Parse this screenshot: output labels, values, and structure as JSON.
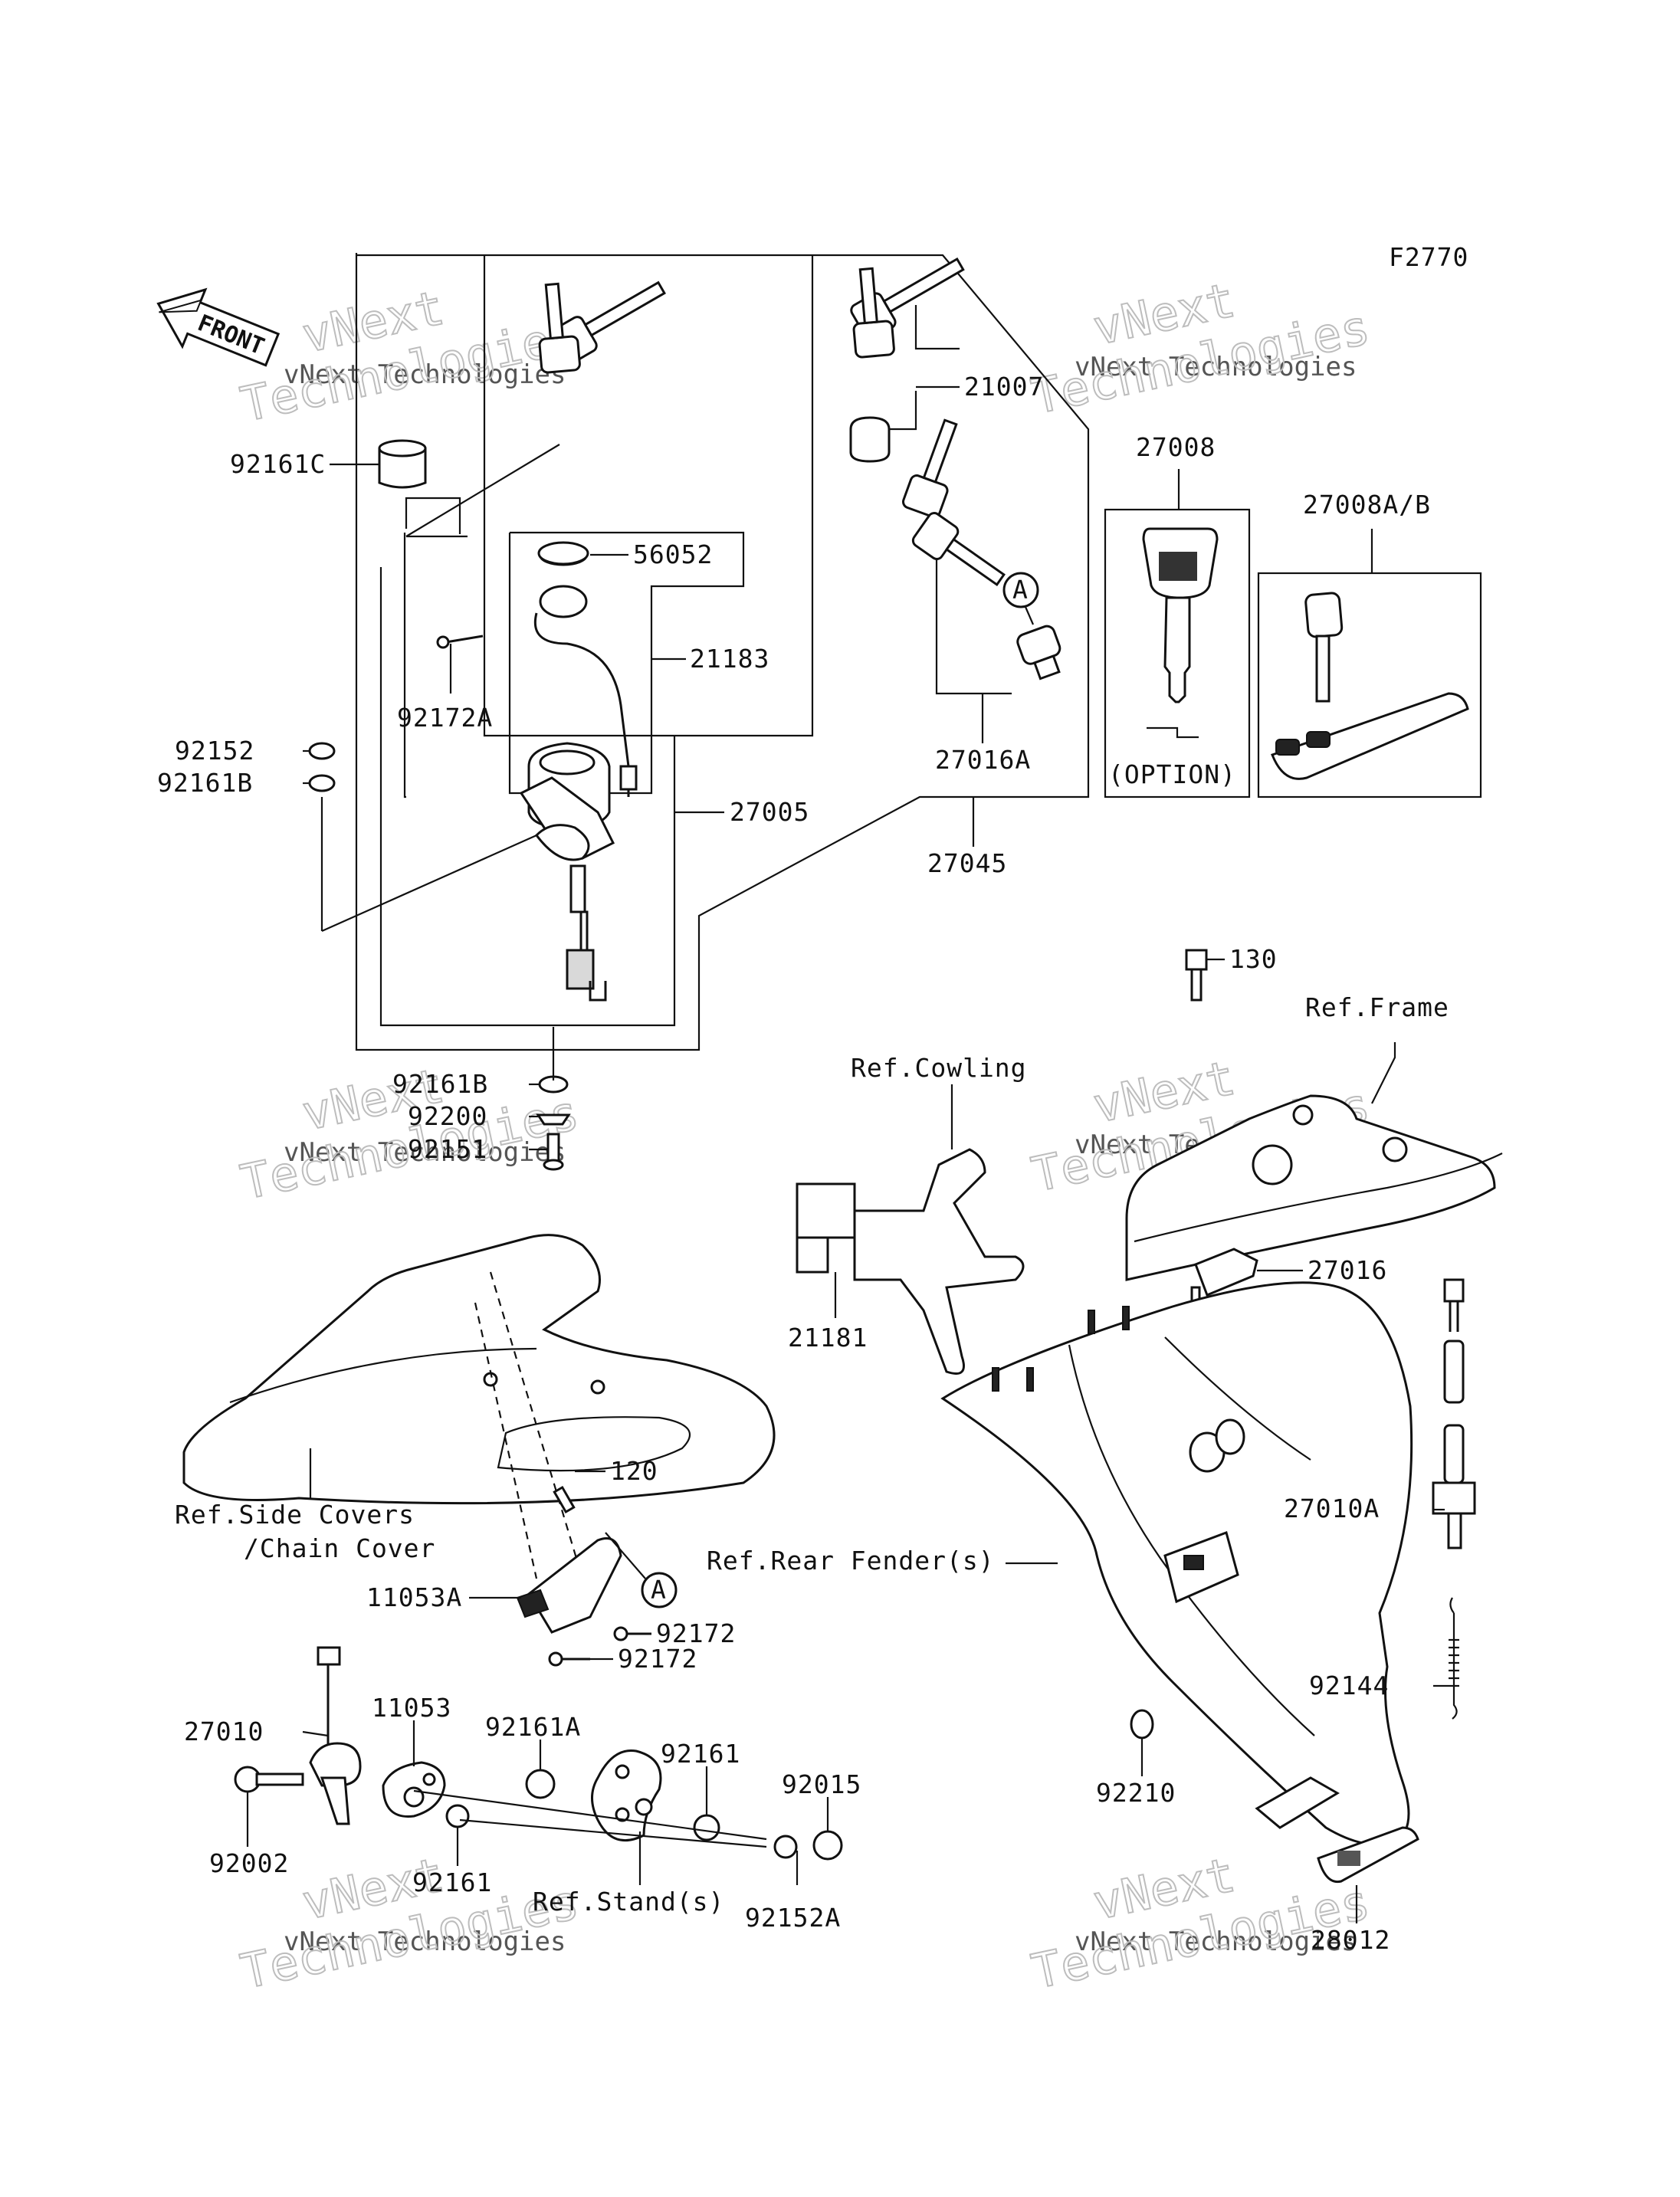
{
  "figure_code": "F2770",
  "front_arrow_label": "FRONT",
  "watermark": {
    "line1": "vNext Technologies",
    "line2": "vNext",
    "line3": "Technologies"
  },
  "labels": {
    "p92161C": "92161C",
    "p56052": "56052",
    "p21183": "21183",
    "p92172A": "92172A",
    "p92152": "92152",
    "p92161B_top": "92161B",
    "p27005": "27005",
    "p21007": "21007",
    "p27016A": "27016A",
    "p27045": "27045",
    "p27008": "27008",
    "p27008AB": "27008A/B",
    "option": "(OPTION)",
    "callout_A": "A",
    "p92161B_bottom": "92161B",
    "p92200": "92200",
    "p92151": "92151",
    "ref_cowling": "Ref.Cowling",
    "p21181": "21181",
    "p130": "130",
    "ref_frame": "Ref.Frame",
    "p27016": "27016",
    "p120": "120",
    "ref_side_covers_1": "Ref.Side Covers",
    "ref_side_covers_2": "/Chain Cover",
    "p11053A": "11053A",
    "p92172_a": "92172",
    "p92172_b": "92172",
    "ref_rear_fender": "Ref.Rear Fender(s)",
    "p27010A": "27010A",
    "p92144": "92144",
    "p27010": "27010",
    "p11053": "11053",
    "p92161A": "92161A",
    "p92161_a": "92161",
    "p92015": "92015",
    "p92002": "92002",
    "p92161_b": "92161",
    "ref_stand": "Ref.Stand(s)",
    "p92152A": "92152A",
    "p92210": "92210",
    "p28012": "28012"
  }
}
